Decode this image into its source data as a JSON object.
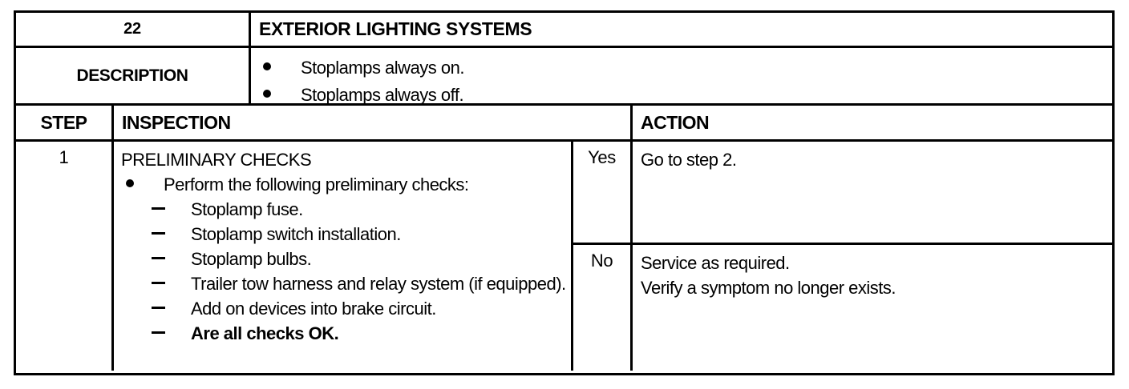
{
  "document": {
    "type": "diagnostic-procedure-table",
    "symptom_number": "22",
    "system_title": "EXTERIOR LIGHTING SYSTEMS",
    "description_label": "DESCRIPTION",
    "description_items": [
      "Stoplamps always on.",
      "Stoplamps always off."
    ],
    "columns": {
      "step": "STEP",
      "inspection": "INSPECTION",
      "action": "ACTION"
    },
    "steps": [
      {
        "number": "1",
        "inspection_heading": "PRELIMINARY CHECKS",
        "inspection_bullet": "Perform the following preliminary checks:",
        "inspection_subitems": [
          {
            "text": "Stoplamp fuse.",
            "bold": false
          },
          {
            "text": "Stoplamp switch installation.",
            "bold": false
          },
          {
            "text": "Stoplamp bulbs.",
            "bold": false
          },
          {
            "text": "Trailer tow harness and relay system (if equipped).",
            "bold": false
          },
          {
            "text": "Add on devices into brake circuit.",
            "bold": false
          },
          {
            "text": "Are all checks OK.",
            "bold": true
          }
        ],
        "actions": [
          {
            "answer": "Yes",
            "lines": [
              "Go to step 2."
            ]
          },
          {
            "answer": "No",
            "lines": [
              "Service as required.",
              "Verify a symptom no longer exists."
            ]
          }
        ]
      }
    ]
  },
  "colors": {
    "ink": "#000000",
    "paper": "#ffffff"
  }
}
